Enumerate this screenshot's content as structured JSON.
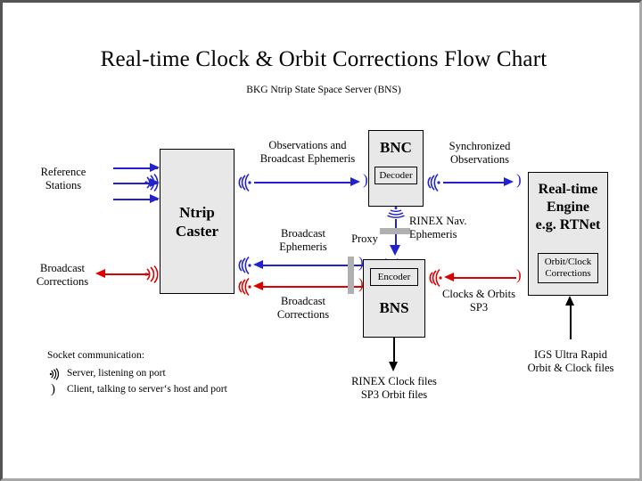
{
  "page": {
    "title": "Real-time Clock & Orbit Corrections Flow Chart",
    "subtitle": "BKG Ntrip State Space Server  (BNS)",
    "background": "#ffffff",
    "border_color": "#555555"
  },
  "colors": {
    "blue": "#2222cc",
    "red": "#dd0000",
    "box_fill": "#e8e8e8",
    "box_border": "#000000",
    "proxy_gray": "#b0b0b0",
    "text": "#000000"
  },
  "nodes": {
    "reference_stations": {
      "label": "Reference\nStations"
    },
    "broadcast_corrections_out": {
      "label": "Broadcast\nCorrections"
    },
    "ntrip_caster": {
      "title": "Ntrip\nCaster"
    },
    "bnc": {
      "title": "BNC",
      "sub_label": "Decoder"
    },
    "bns": {
      "title": "BNS",
      "sub_label": "Encoder"
    },
    "rt_engine": {
      "title": "Real-time\nEngine\ne.g. RTNet",
      "sub_label": "Orbit/Clock\nCorrections"
    }
  },
  "edge_labels": {
    "observations": "Observations and\nBroadcast Ephemeris",
    "synchronized_observations": "Synchronized\nObservations",
    "broadcast_ephemeris": "Broadcast\nEphemeris",
    "broadcast_corrections": "Broadcast\nCorrections",
    "proxy": "Proxy",
    "rinex_nav": "RINEX Nav.\nEphemeris",
    "clocks_orbits": "Clocks & Orbits\nSP3",
    "rinex_clock_files": "RINEX Clock files\nSP3 Orbit files",
    "igs_ultra_rapid": "IGS Ultra Rapid\nOrbit & Clock files"
  },
  "legend": {
    "heading": "Socket communication:",
    "items": [
      {
        "icon": "server-socket-icon",
        "label": "Server,  listening on port"
      },
      {
        "icon": "client-socket-icon",
        "label": "Client, talking to server‘s host and port"
      }
    ]
  }
}
